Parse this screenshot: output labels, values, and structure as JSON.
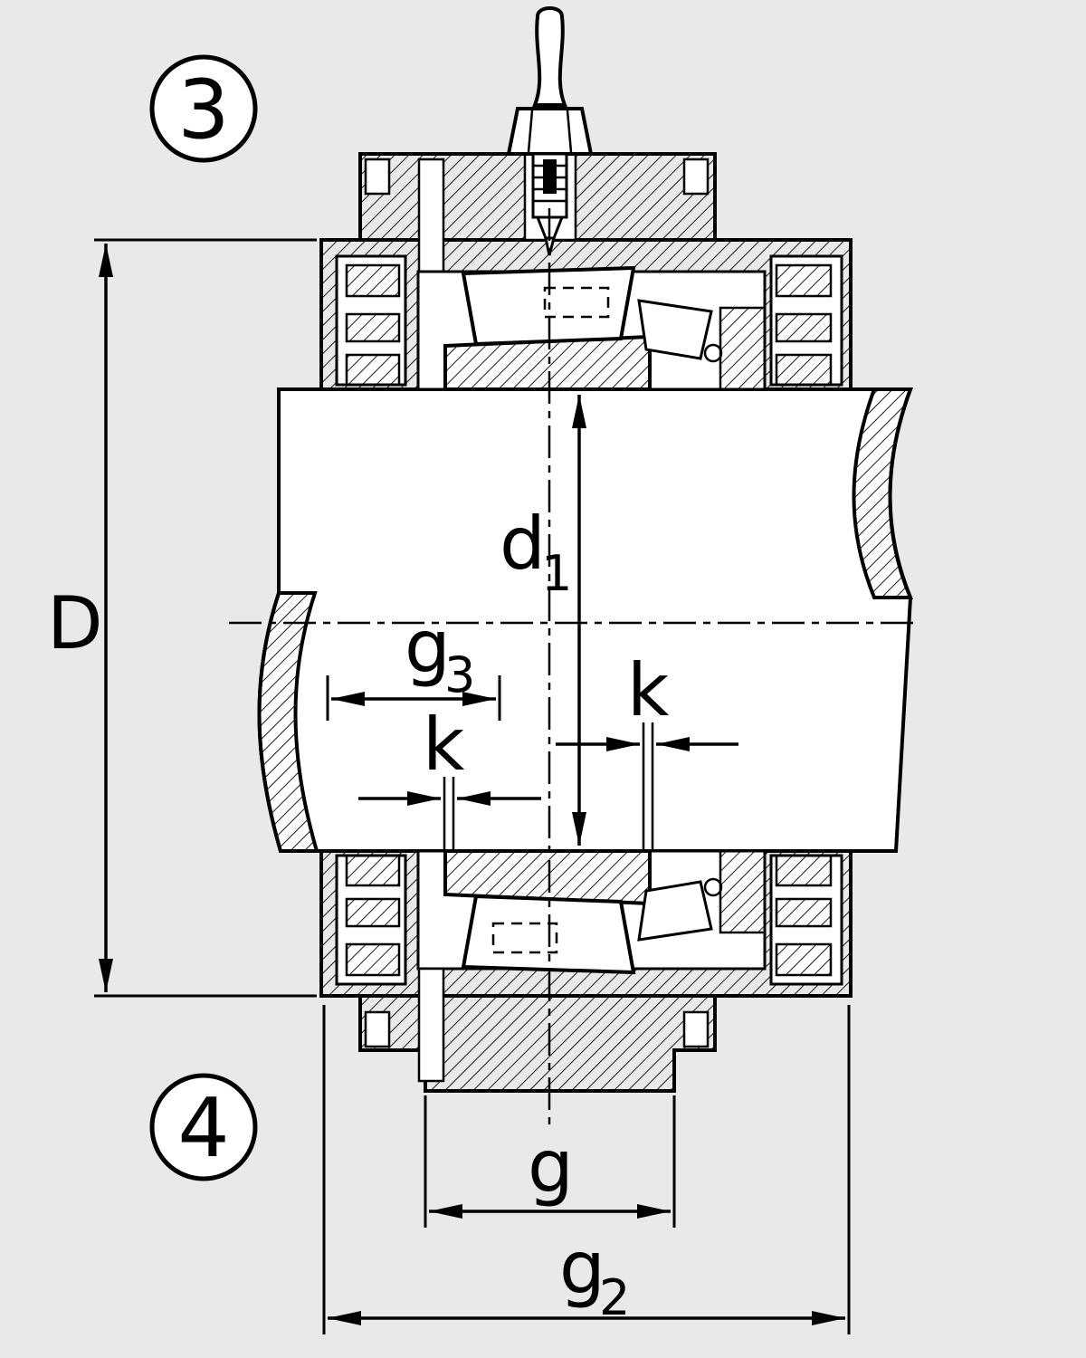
{
  "colors": {
    "background": "#e9e9e9",
    "ink": "#000000"
  },
  "callouts": {
    "position_top": "3",
    "position_bottom": "4"
  },
  "dimensions": {
    "D": {
      "label": "D"
    },
    "d1": {
      "base": "d",
      "sub": "1"
    },
    "g3": {
      "base": "g",
      "sub": "3"
    },
    "k_left": {
      "label": "k"
    },
    "k_right": {
      "label": "k"
    },
    "g": {
      "label": "g"
    },
    "g2": {
      "base": "g",
      "sub": "2"
    }
  }
}
